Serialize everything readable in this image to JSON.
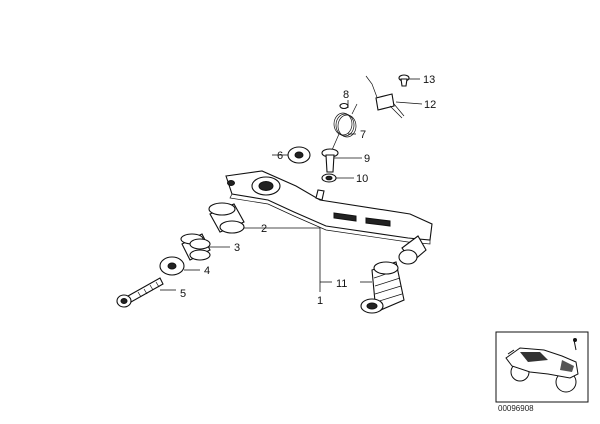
{
  "diagram": {
    "callouts": [
      {
        "id": "1",
        "label": "1"
      },
      {
        "id": "2",
        "label": "2"
      },
      {
        "id": "3",
        "label": "3"
      },
      {
        "id": "4",
        "label": "4"
      },
      {
        "id": "5",
        "label": "5"
      },
      {
        "id": "6",
        "label": "6"
      },
      {
        "id": "7",
        "label": "7"
      },
      {
        "id": "8",
        "label": "8"
      },
      {
        "id": "9",
        "label": "9"
      },
      {
        "id": "10",
        "label": "10"
      },
      {
        "id": "11",
        "label": "11"
      },
      {
        "id": "12",
        "label": "12"
      },
      {
        "id": "13",
        "label": "13"
      }
    ],
    "reference_number": "00096908"
  }
}
